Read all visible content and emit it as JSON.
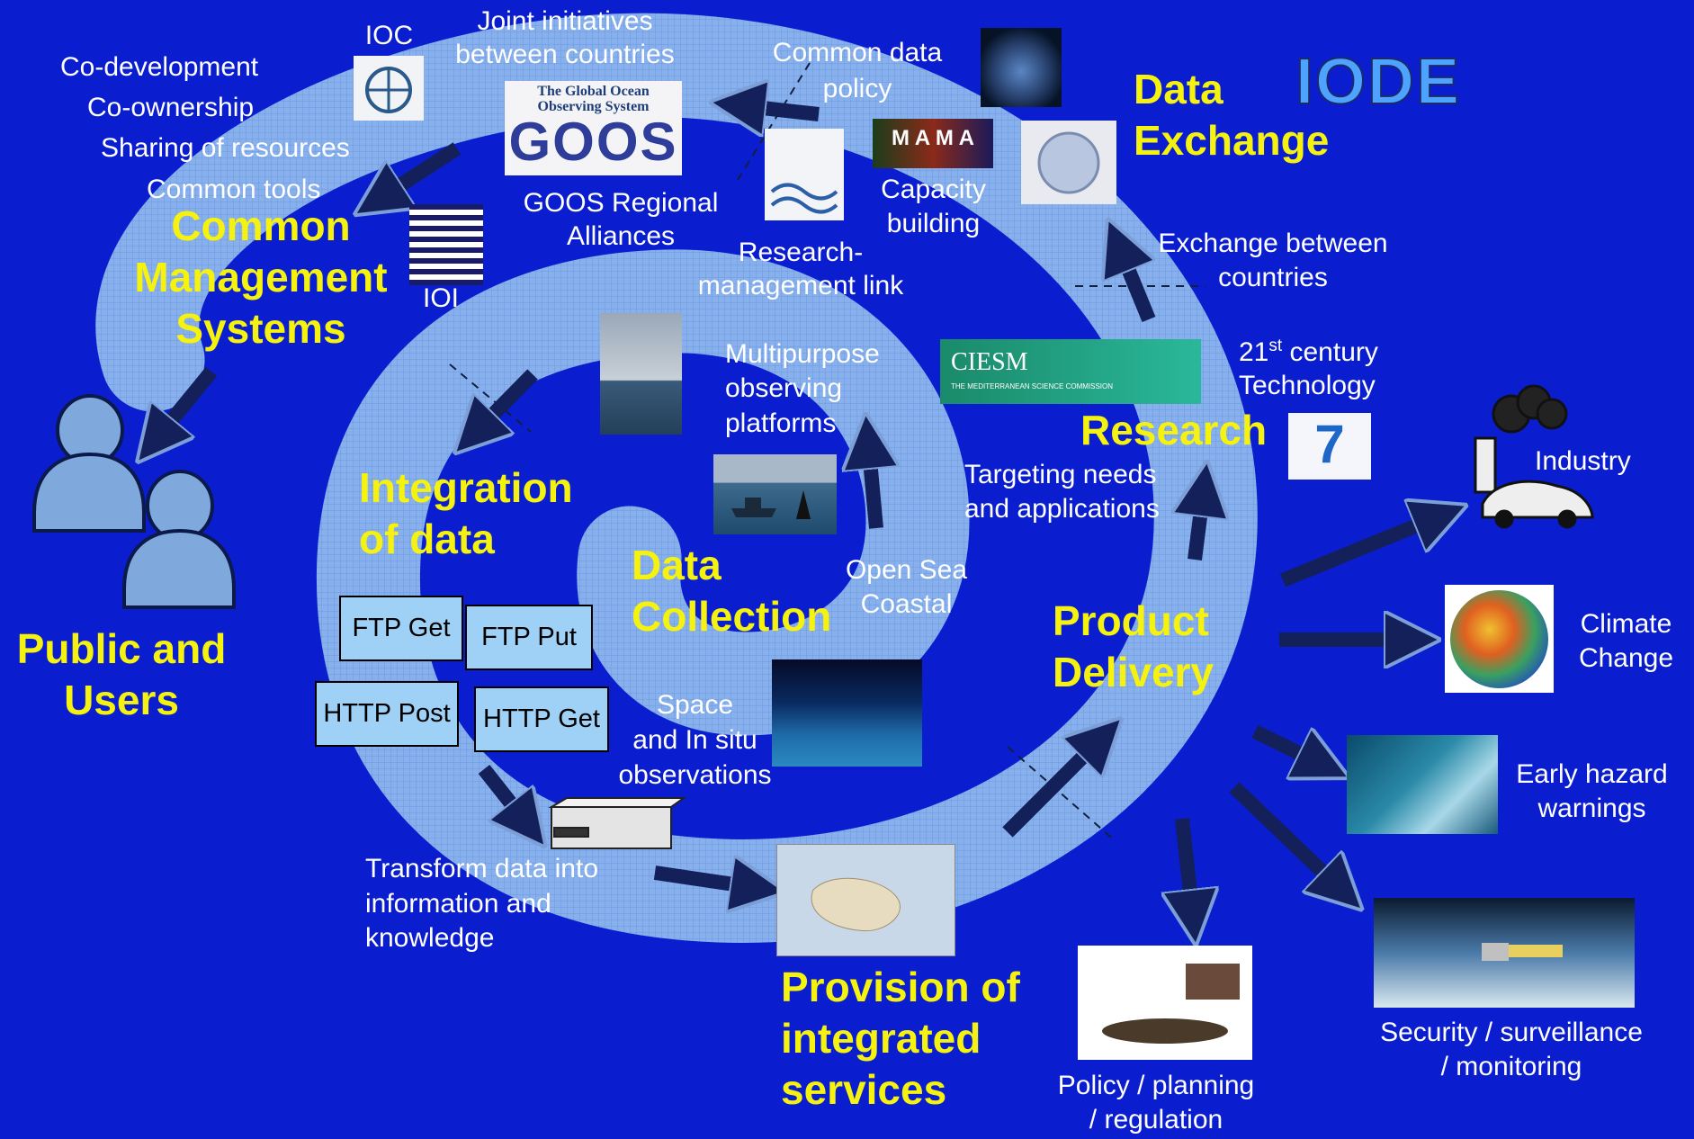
{
  "labels": {
    "ioc": "IOC",
    "joint_initiatives": [
      "Joint initiatives",
      "between countries"
    ],
    "common_data_policy": [
      "Common data",
      "policy"
    ],
    "data_exchange_title": [
      "Data",
      "Exchange"
    ],
    "iode_logo": "IODE",
    "co_development": "Co-development",
    "co_ownership": "Co-ownership",
    "sharing_resources": "Sharing of resources",
    "common_tools": "Common tools",
    "common_mgmt_title": [
      "Common",
      "Management",
      "Systems"
    ],
    "ioi": "IOI",
    "goos_regional": [
      "GOOS Regional",
      "Alliances"
    ],
    "capacity_building": [
      "Capacity",
      "building"
    ],
    "research_mgmt_link": [
      "Research-",
      "management link"
    ],
    "exchange_between": [
      "Exchange between",
      "countries"
    ],
    "multipurpose": [
      "Multipurpose",
      "observing",
      "platforms"
    ],
    "century_tech_1": "21",
    "century_tech_sup": "st",
    "century_tech_2": " century",
    "century_tech_3": "Technology",
    "research_title": "Research",
    "ciesm_logo": "CIESM",
    "ciesm_sub": "THE MEDITERRANEAN SCIENCE COMMISSION",
    "mama_logo": "M A M A",
    "goos_logo_head": [
      "The Global Ocean",
      "Observing System"
    ],
    "goos_logo_word": "GOOS",
    "integration_title": [
      "Integration",
      "of data"
    ],
    "targeting": [
      "Targeting needs",
      "and applications"
    ],
    "data_collection_title": [
      "Data",
      "Collection"
    ],
    "open_sea": [
      "Open Sea",
      "Coastal"
    ],
    "public_users_title": [
      "Public and",
      "Users"
    ],
    "product_delivery_title": [
      "Product",
      "Delivery"
    ],
    "ftp_get": "FTP Get",
    "ftp_put": "FTP Put",
    "http_post": "HTTP Post",
    "http_get": "HTTP Get",
    "space_insitu": [
      "Space",
      "and In situ",
      "observations"
    ],
    "transform": [
      "Transform data into",
      "information and",
      "knowledge"
    ],
    "provision_title": [
      "Provision of",
      "integrated",
      "services"
    ],
    "industry": "Industry",
    "climate_change": [
      "Climate",
      "Change"
    ],
    "early_hazard": [
      "Early hazard",
      "warnings"
    ],
    "policy": [
      "Policy / planning",
      "/ regulation"
    ],
    "security": [
      "Security / surveillance",
      "/ monitoring"
    ],
    "fp7_logo": "7"
  },
  "colors": {
    "background": "#0a1ecf",
    "spiral": "#8fb8ee",
    "title_yellow": "#f5f20f",
    "arrow": "#14205a"
  },
  "icons": [
    "person-icon",
    "server-icon",
    "factory-icon",
    "car-icon",
    "ship-icon",
    "buoy-icon",
    "satellite-icon"
  ]
}
